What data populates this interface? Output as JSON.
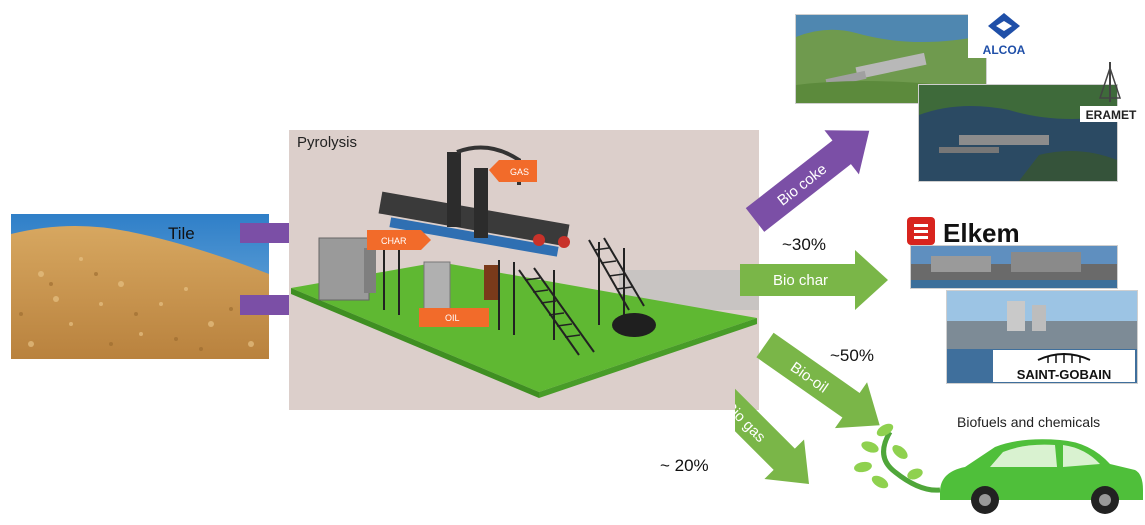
{
  "feedstock": {
    "label": "Tile"
  },
  "process": {
    "title": "Pyrolysis",
    "tags": {
      "gas": "GAS",
      "char": "CHAR",
      "oil": "OIL"
    }
  },
  "products": {
    "bio_coke": {
      "label": "Bio coke"
    },
    "bio_char": {
      "label": "Bio char",
      "share": "~30%"
    },
    "bio_oil": {
      "label": "Bio-oil",
      "share": "~50%"
    },
    "bio_gas": {
      "label": "Bio gas",
      "share": "~ 20%"
    }
  },
  "outlets": {
    "metallurgy": {
      "companies": [
        "ALCOA",
        "ERAMET",
        "Elkem",
        "SAINT-GOBAIN"
      ]
    },
    "fuels": {
      "label": "Biofuels and chemicals"
    }
  },
  "colors": {
    "purple_arrow": "#7b4fa6",
    "green_arrow": "#7ab648",
    "panel_bg": "#dccfcb",
    "platform": "#5fb832",
    "tag_orange": "#f26b2a",
    "car": "#4fbf3a"
  }
}
